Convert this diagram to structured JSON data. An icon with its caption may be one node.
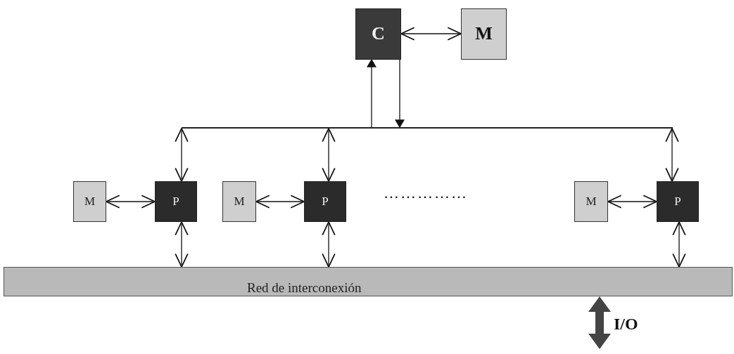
{
  "diagram": {
    "nodes": [
      {
        "text": [
          "C"
        ]
      },
      {
        "text": [
          "M"
        ]
      },
      {
        "text": [],
        "shape": "bar"
      },
      {
        "text": [
          "M"
        ]
      },
      {
        "text": [
          "P"
        ]
      },
      {
        "text": [
          "M"
        ]
      },
      {
        "text": [
          "P"
        ]
      },
      {
        "text": [
          "M"
        ]
      },
      {
        "text": [
          "P"
        ]
      },
      {
        "text": [
          "Red de interconexión"
        ]
      }
    ],
    "edges": [
      {
        "from": 0,
        "to": 1,
        "arrow": "both"
      },
      {
        "from": 2,
        "to": 0,
        "arrow": "to"
      },
      {
        "from": 0,
        "to": 2,
        "arrow": "to"
      },
      {
        "from": 3,
        "to": 4,
        "arrow": "both"
      },
      {
        "from": 5,
        "to": 6,
        "arrow": "both"
      },
      {
        "from": 7,
        "to": 8,
        "arrow": "both"
      },
      {
        "from": 2,
        "to": 4,
        "arrow": "both"
      },
      {
        "from": 2,
        "to": 6,
        "arrow": "both"
      },
      {
        "from": 2,
        "to": 8,
        "arrow": "both"
      },
      {
        "from": 4,
        "to": 9,
        "arrow": "both"
      },
      {
        "from": 6,
        "to": 9,
        "arrow": "both"
      },
      {
        "from": 8,
        "to": 9,
        "arrow": "both"
      },
      {
        "from": 9,
        "to": null,
        "arrow": "both",
        "label": "I/O",
        "style": "thick"
      }
    ],
    "labels": [
      "……………"
    ]
  }
}
